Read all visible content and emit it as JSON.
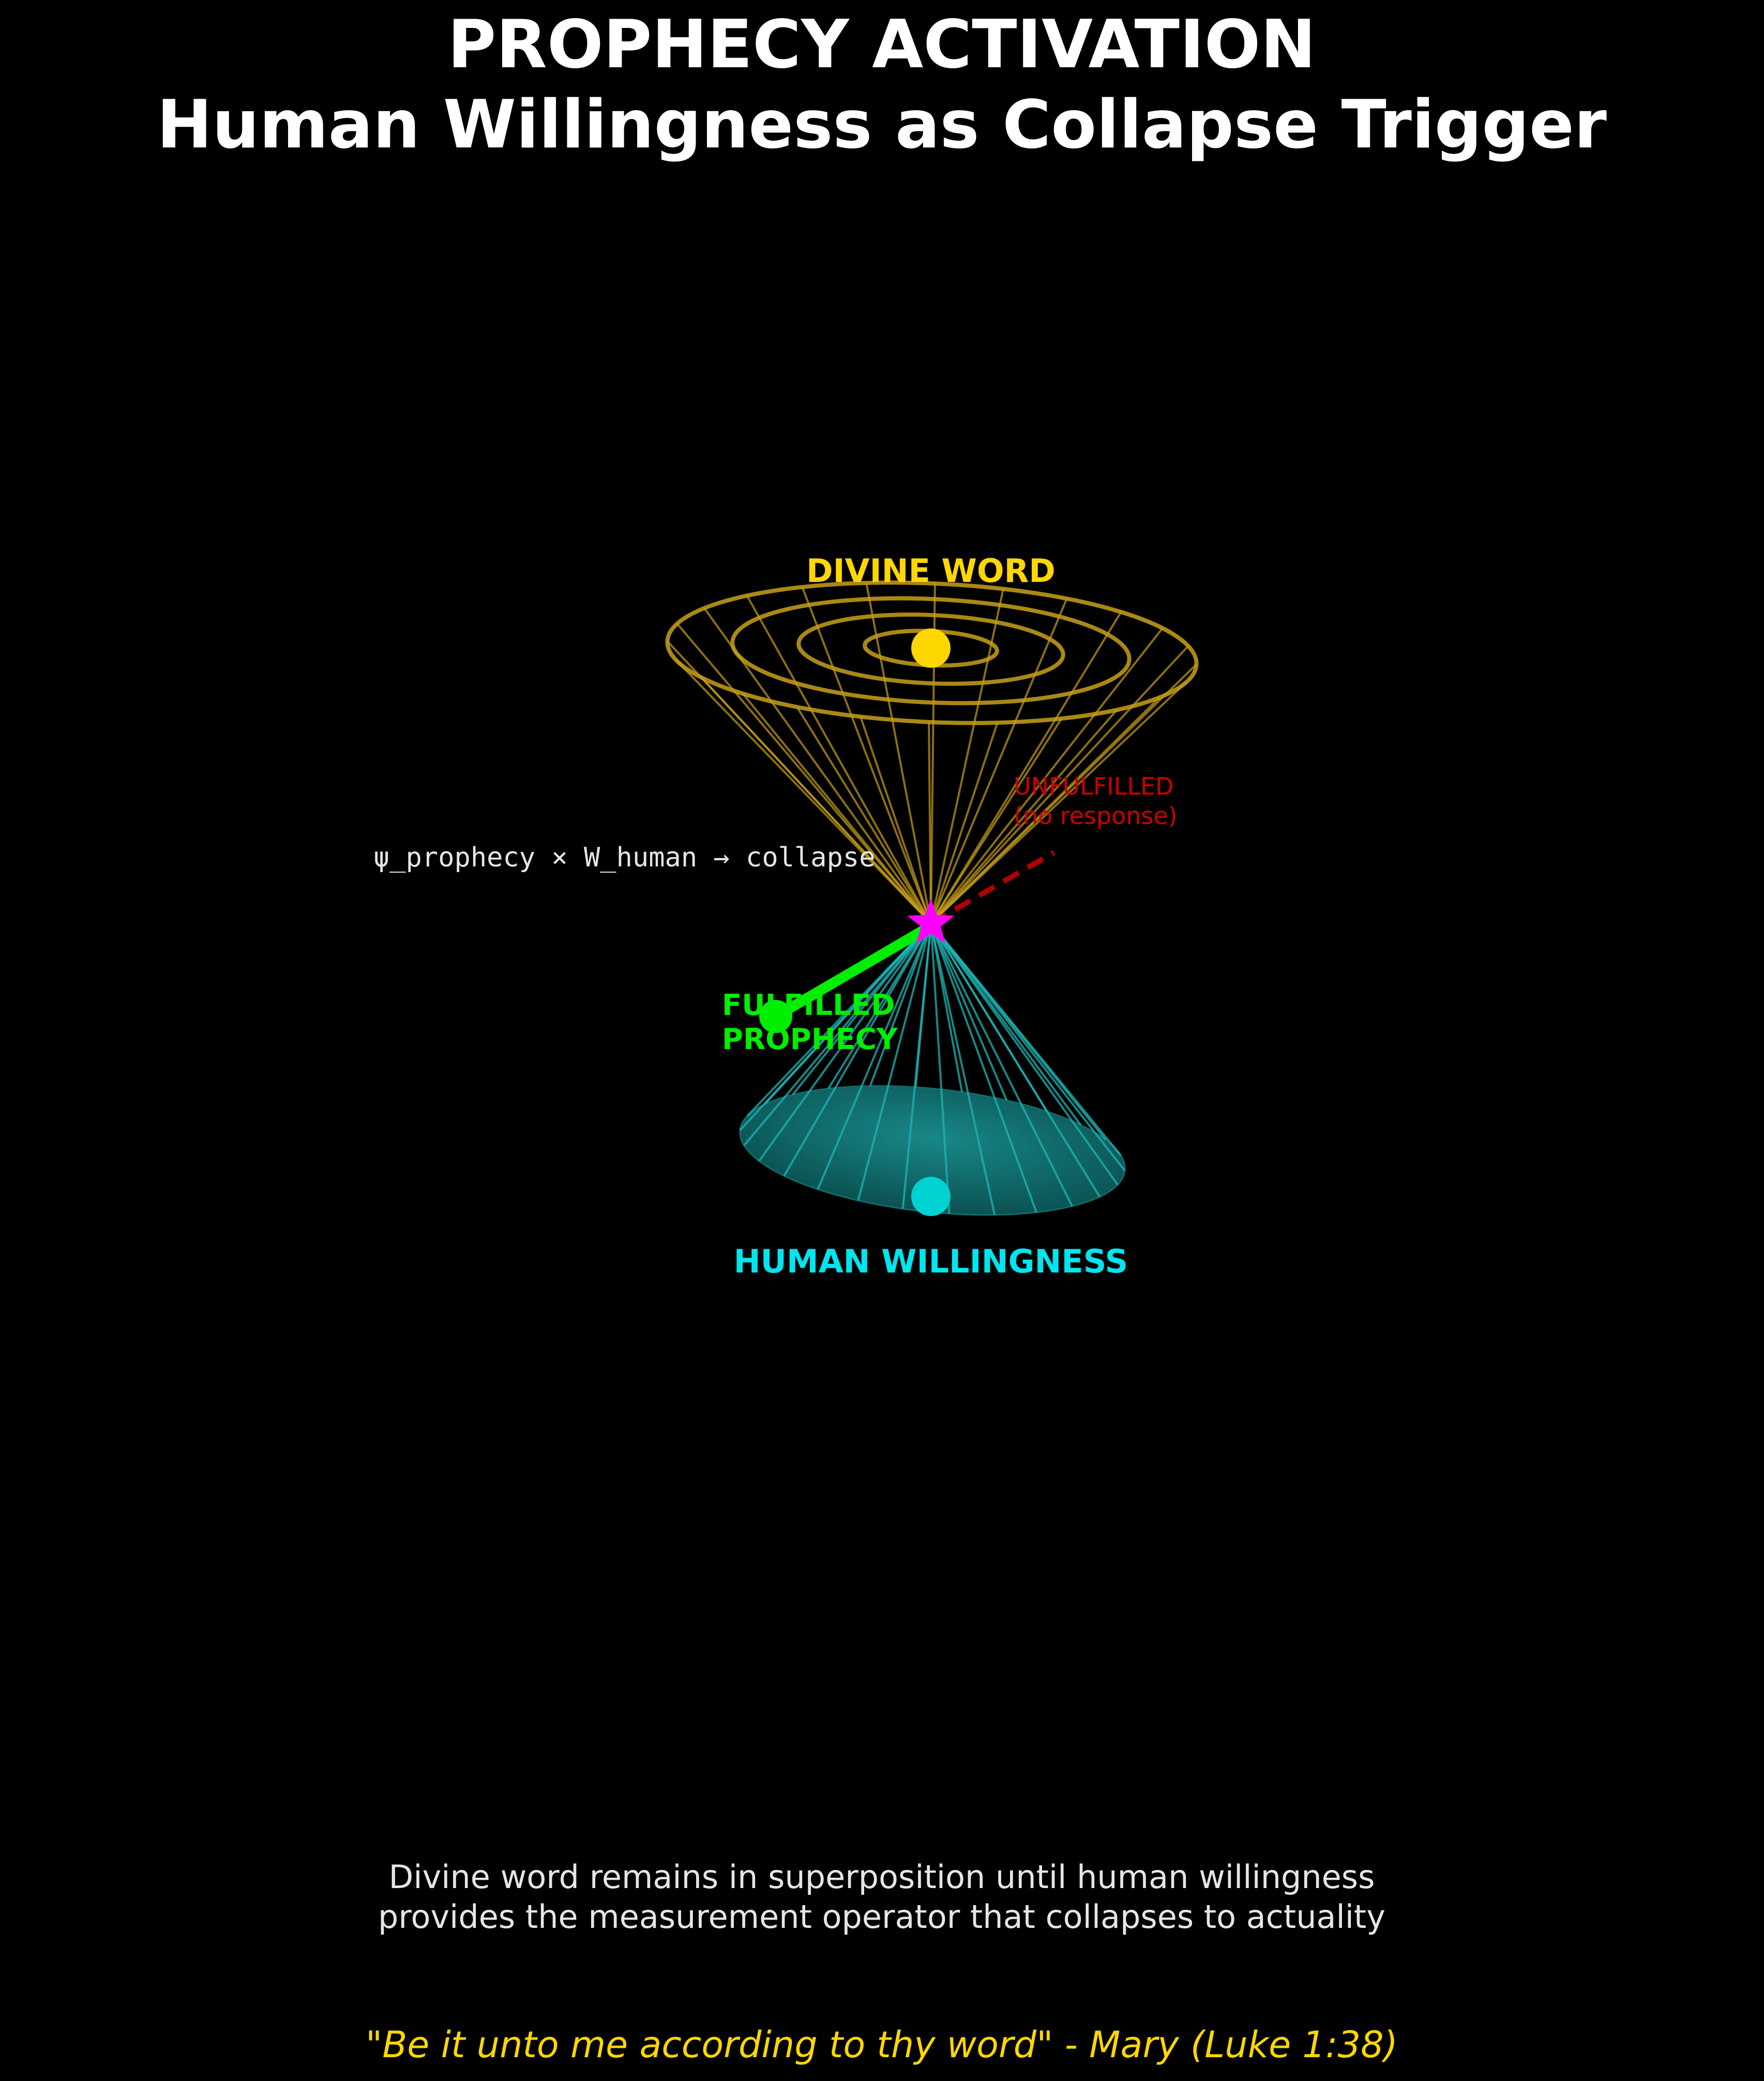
{
  "title": {
    "line1": "PROPHECY ACTIVATION",
    "line2": "Human Willingness as Collapse Trigger"
  },
  "diagram": {
    "divine_label": "DIVINE WORD",
    "human_label": "HUMAN WILLINGNESS",
    "equation": "ψ_prophecy × W_human → collapse",
    "fulfilled_label": {
      "line1": "FULFILLED",
      "line2": "PROPHECY"
    },
    "unfulfilled_label": {
      "line1": "UNFULFILLED",
      "line2": "(no response)"
    }
  },
  "caption": {
    "line1": "Divine word remains in superposition until human willingness",
    "line2": "provides the measurement operator that collapses to actuality"
  },
  "quote": "\"Be it unto me according to thy word\" - Mary (Luke 1:38)",
  "colors": {
    "background": "#000000",
    "divine": "#FFD700",
    "divine_rings": "#C8A017",
    "human": "#00E5EE",
    "human_cone": "#1FB5B5",
    "collapse_star": "#FF00FF",
    "fulfilled": "#00EE00",
    "unfulfilled": "#CC0000"
  }
}
